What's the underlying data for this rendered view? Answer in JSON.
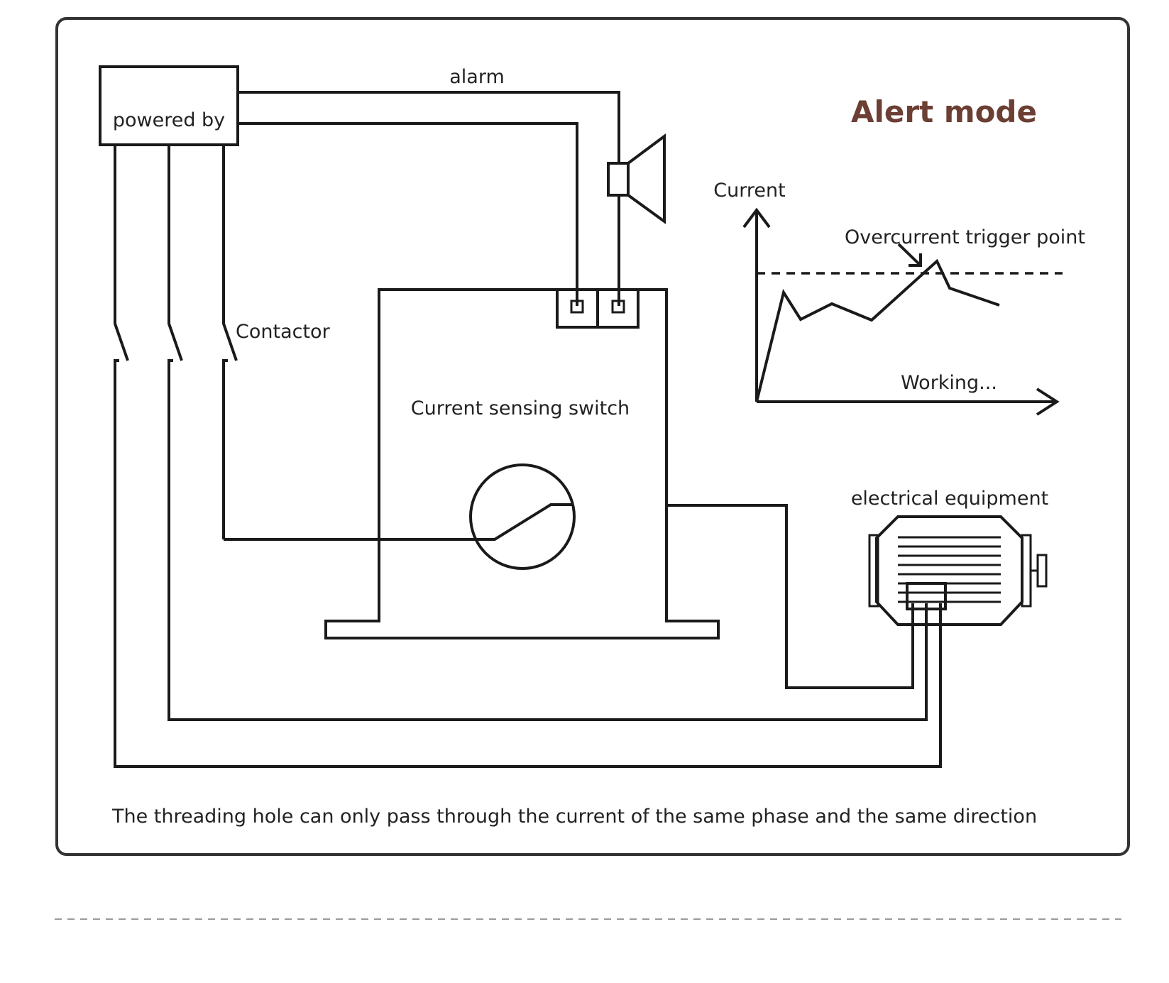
{
  "title": "Alert mode",
  "labels": {
    "power": "powered by",
    "alarm": "alarm",
    "contactor": "Contactor",
    "sensor": "Current sensing switch",
    "equipment": "electrical equipment"
  },
  "graph": {
    "y_label": "Current",
    "x_label": "Working...",
    "trigger_label": "Overcurrent trigger point"
  },
  "footer_note": "The threading hole can only pass through the current of the same phase and the same direction",
  "colors": {
    "title": "#6b3f33",
    "line": "#1a1a1a",
    "frame": "#333333"
  }
}
